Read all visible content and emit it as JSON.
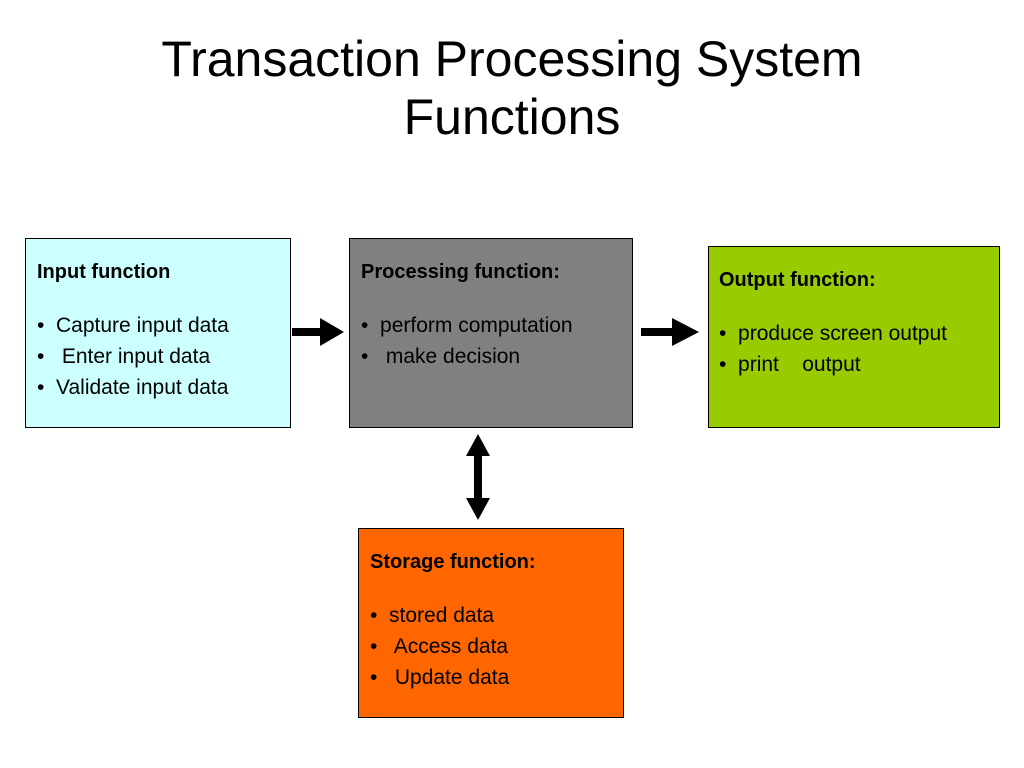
{
  "title": {
    "line1": "Transaction Processing System",
    "line2": "Functions"
  },
  "boxes": {
    "input": {
      "heading": "Input function",
      "items": [
        "•  Capture input data",
        "•   Enter input data",
        "•  Validate input data"
      ],
      "color": "#ccffff"
    },
    "processing": {
      "heading": "Processing function:",
      "items": [
        "•  perform computation",
        "•   make decision"
      ],
      "color": "#808080"
    },
    "output": {
      "heading": "Output function:",
      "items": [
        "•  produce screen output",
        "•  print    output"
      ],
      "color": "#99cc00"
    },
    "storage": {
      "heading": "Storage function:",
      "items": [
        "•  stored data",
        "•   Access data",
        "•   Update data"
      ],
      "color": "#ff6600"
    }
  }
}
